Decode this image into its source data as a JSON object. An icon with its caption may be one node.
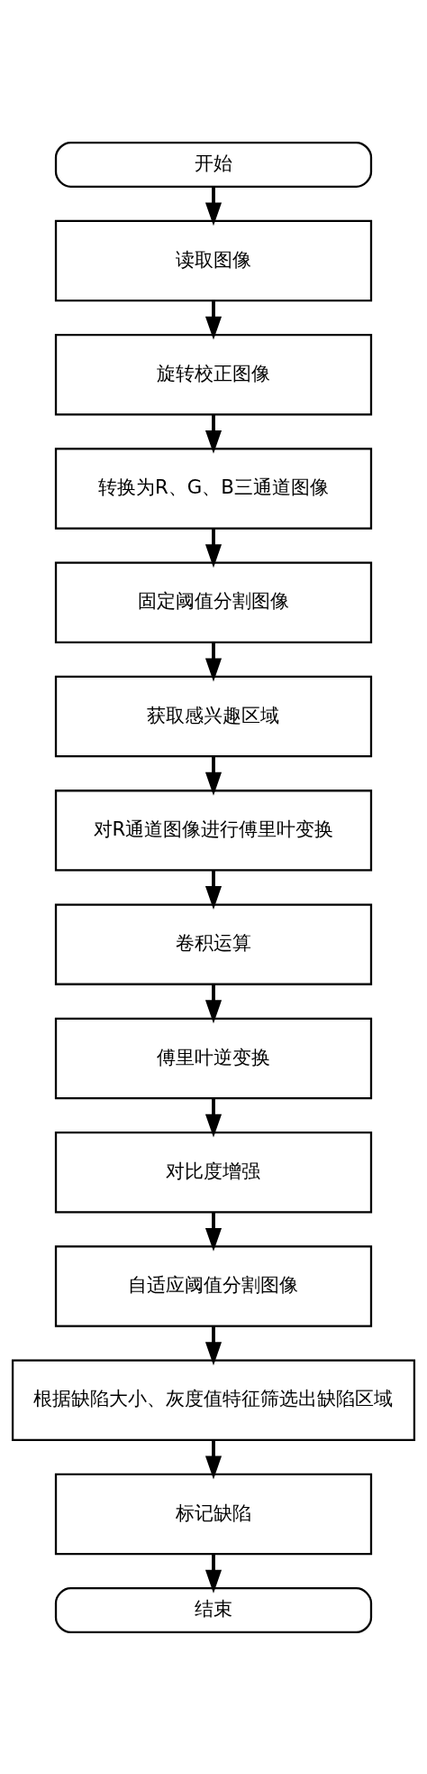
{
  "diagram": {
    "nodes": [
      {
        "text": [
          "开始"
        ]
      },
      {
        "text": [
          "读取图像"
        ]
      },
      {
        "text": [
          "旋转校正图像"
        ]
      },
      {
        "text": [
          "转换为R、G、B三通道图像"
        ]
      },
      {
        "text": [
          "固定阈值分割图像"
        ]
      },
      {
        "text": [
          "获取感兴趣区域"
        ]
      },
      {
        "text": [
          "对R通道图像进行傅里叶变换"
        ]
      },
      {
        "text": [
          "卷积运算"
        ]
      },
      {
        "text": [
          "傅里叶逆变换"
        ]
      },
      {
        "text": [
          "对比度增强"
        ]
      },
      {
        "text": [
          "自适应阈值分割图像"
        ]
      },
      {
        "text": [
          "根据缺陷大小、灰度值特征筛选出缺陷区域"
        ]
      },
      {
        "text": [
          "标记缺陷"
        ]
      },
      {
        "text": [
          "结束"
        ]
      }
    ],
    "edges": [
      {
        "from": 0,
        "to": 1,
        "arrow": "to"
      },
      {
        "from": 1,
        "to": 2,
        "arrow": "to"
      },
      {
        "from": 2,
        "to": 3,
        "arrow": "to"
      },
      {
        "from": 3,
        "to": 4,
        "arrow": "to"
      },
      {
        "from": 4,
        "to": 5,
        "arrow": "to"
      },
      {
        "from": 5,
        "to": 6,
        "arrow": "to"
      },
      {
        "from": 6,
        "to": 7,
        "arrow": "to"
      },
      {
        "from": 7,
        "to": 8,
        "arrow": "to"
      },
      {
        "from": 8,
        "to": 9,
        "arrow": "to"
      },
      {
        "from": 9,
        "to": 10,
        "arrow": "to"
      },
      {
        "from": 10,
        "to": 11,
        "arrow": "to"
      },
      {
        "from": 11,
        "to": 12,
        "arrow": "to"
      },
      {
        "from": 12,
        "to": 13,
        "arrow": "to"
      }
    ]
  }
}
